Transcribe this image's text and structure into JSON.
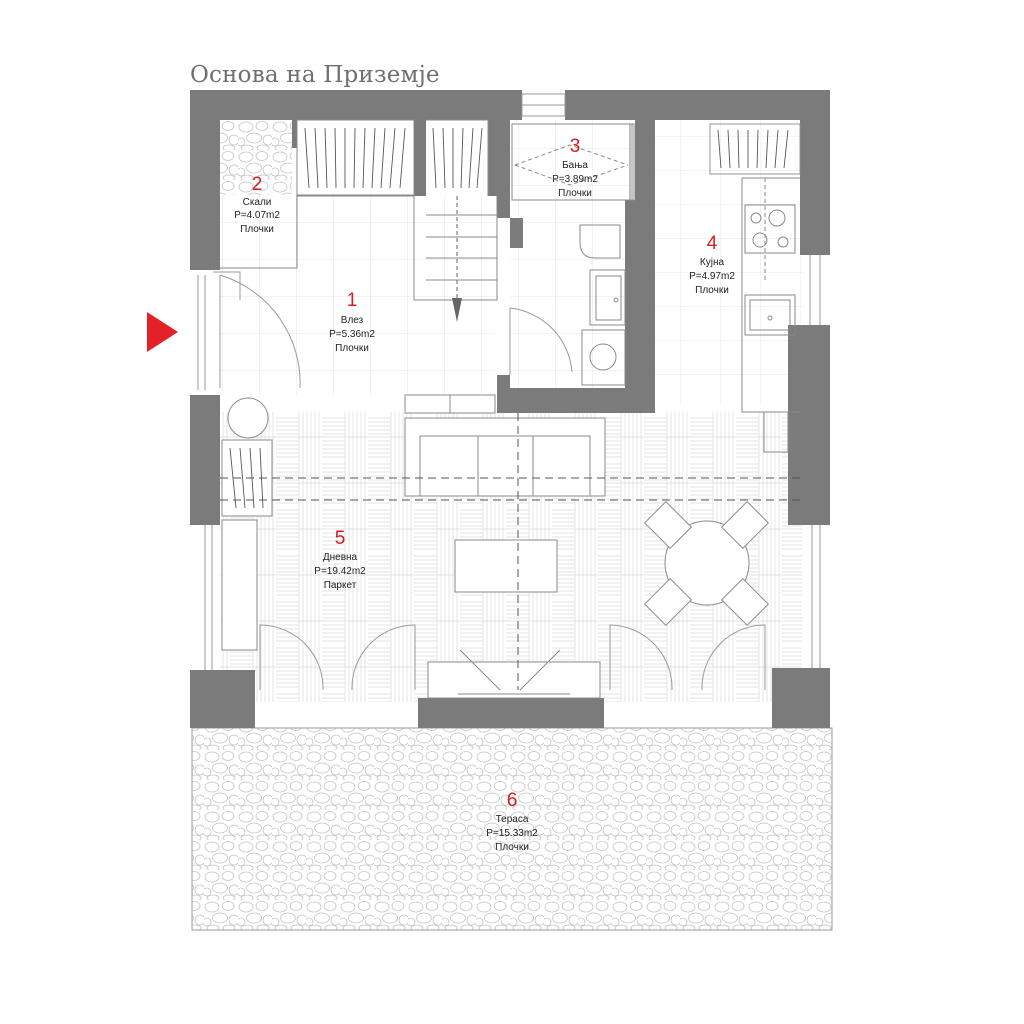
{
  "title": "Основа на Приземје",
  "colors": {
    "wall": "#7b7b7b",
    "accent": "#e42127",
    "line": "#9a9a9a",
    "number": "#d21f26"
  },
  "rooms": [
    {
      "id": "room-1",
      "num": "1",
      "name": "Влез",
      "area": "P=5.36m2",
      "floor": "Плочки"
    },
    {
      "id": "room-2",
      "num": "2",
      "name": "Скали",
      "area": "P=4.07m2",
      "floor": "Плочки"
    },
    {
      "id": "room-3",
      "num": "3",
      "name": "Бања",
      "area": "P=3.89m2",
      "floor": "Плочки"
    },
    {
      "id": "room-4",
      "num": "4",
      "name": "Кујна",
      "area": "P=4.97m2",
      "floor": "Плочки"
    },
    {
      "id": "room-5",
      "num": "5",
      "name": "Дневна",
      "area": "P=19.42m2",
      "floor": "Паркет"
    },
    {
      "id": "room-6",
      "num": "6",
      "name": "Тераса",
      "area": "P=15.33m2",
      "floor": "Плочки"
    }
  ]
}
